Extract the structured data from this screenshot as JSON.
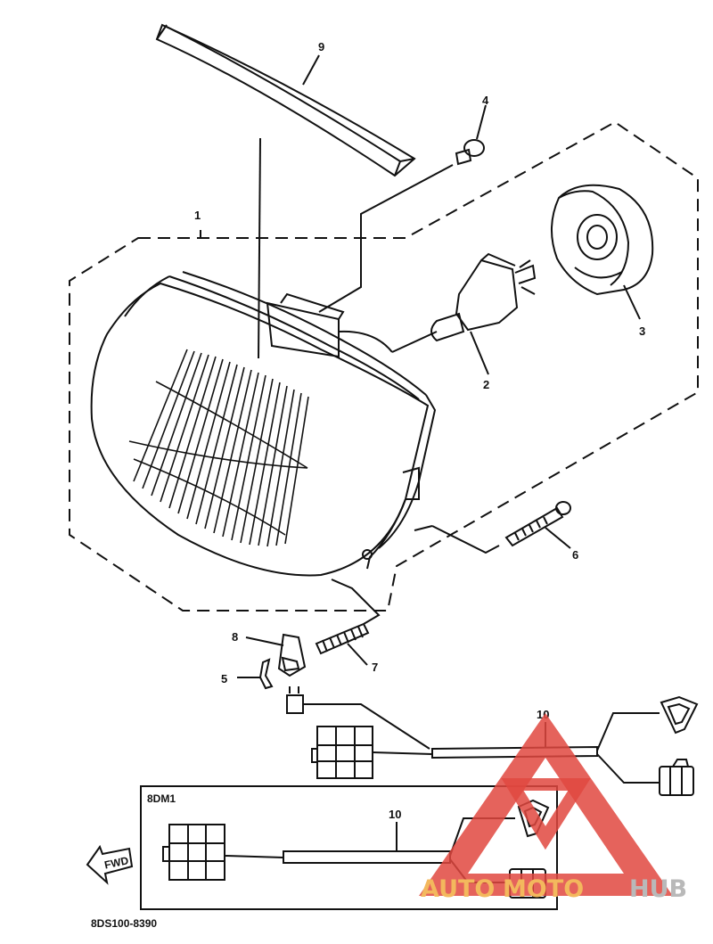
{
  "callouts": {
    "c1": "1",
    "c2": "2",
    "c3": "3",
    "c4": "4",
    "c5": "5",
    "c6": "6",
    "c7": "7",
    "c8": "8",
    "c9": "9",
    "c10a": "10",
    "c10b": "10"
  },
  "inset": {
    "label": "8DM1",
    "fwd": "FWD"
  },
  "drawing_code": "8DS100-8390",
  "watermark": {
    "part1": "AUTO",
    "part2": "MOTO",
    "part3": "HUB"
  },
  "colors": {
    "line": "#111111",
    "watermark_red": "#e0483f",
    "watermark_orange": "#f3b85d",
    "watermark_gray": "#b9b9b9"
  }
}
